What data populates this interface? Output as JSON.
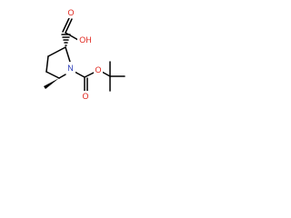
{
  "molecule": {
    "atoms": {
      "o_carbonyl_acid": {
        "symbol": "O"
      },
      "oh_acid": {
        "symbol": "OH"
      },
      "n_ring": {
        "symbol": "N"
      },
      "o_carbonyl_boc": {
        "symbol": "O"
      },
      "o_ester_boc": {
        "symbol": "O"
      }
    }
  },
  "colors": {
    "bond": "#000000",
    "nitrogen": "#2a3cb8",
    "oxygen": "#e0261d",
    "background": "#ffffff"
  }
}
